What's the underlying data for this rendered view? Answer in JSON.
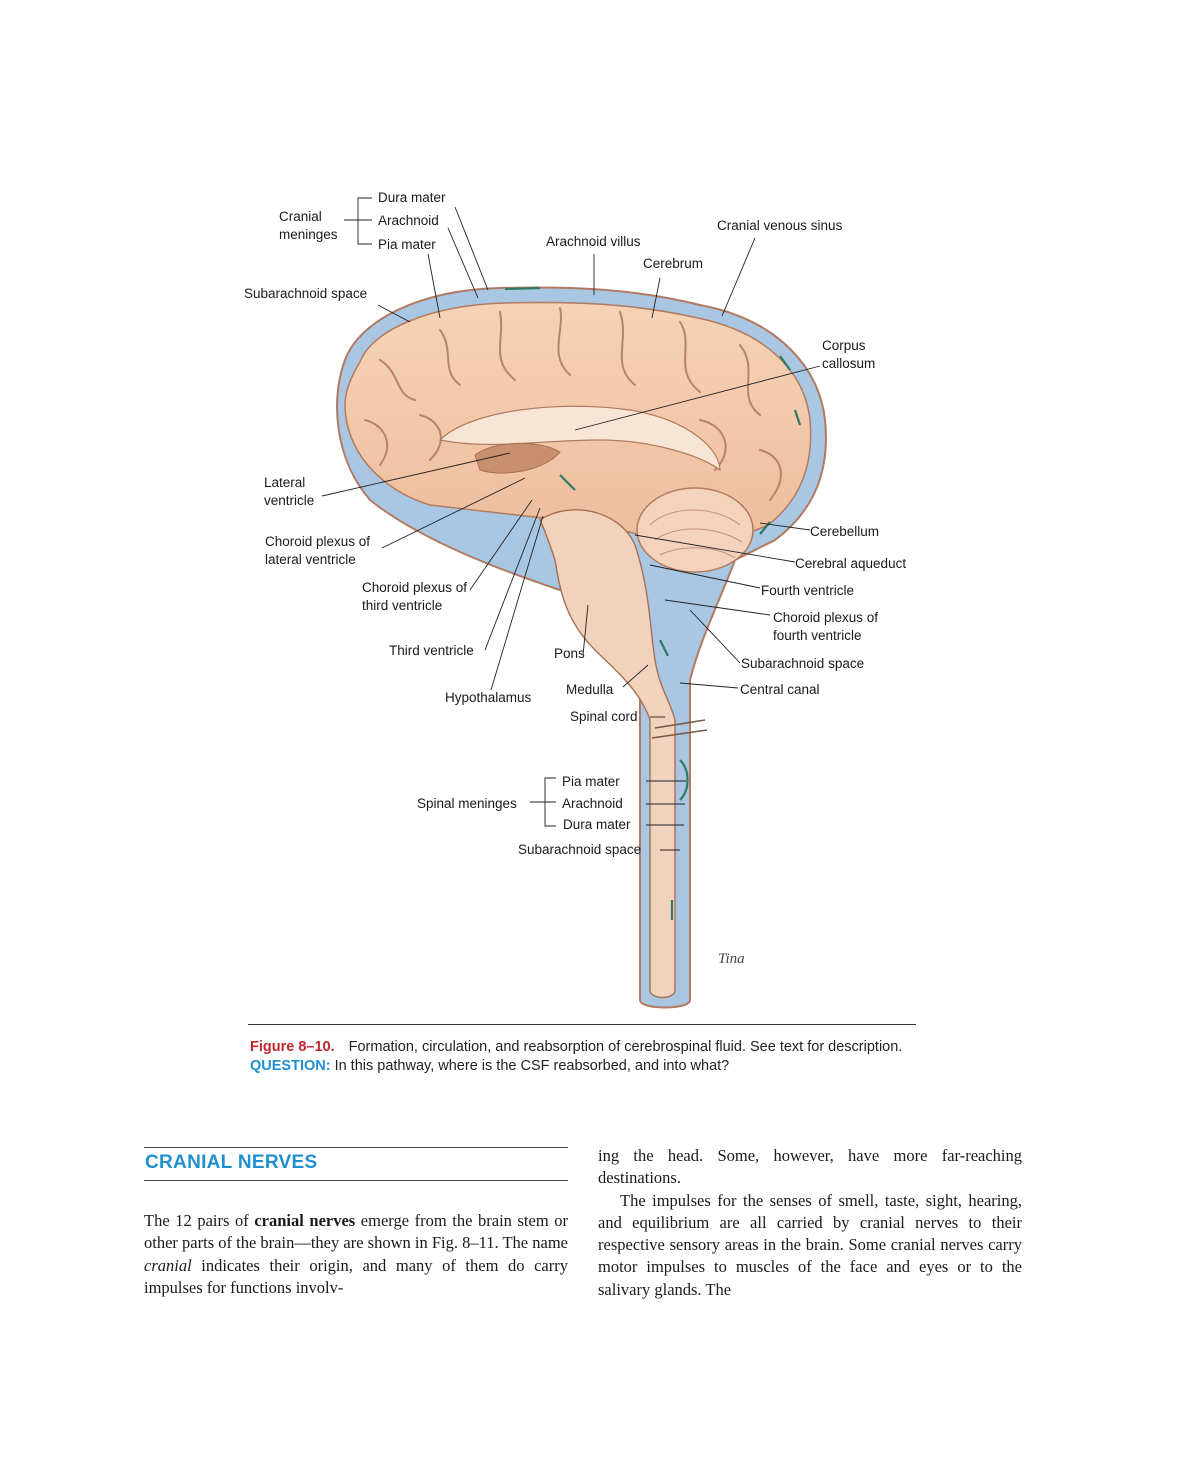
{
  "figure": {
    "labels": {
      "cranial_meninges": "Cranial\nmeninges",
      "dura_mater_top": "Dura mater",
      "arachnoid_top": "Arachnoid",
      "pia_mater_top": "Pia mater",
      "subarachnoid_space_top": "Subarachnoid space",
      "arachnoid_villus": "Arachnoid villus",
      "cerebrum": "Cerebrum",
      "cranial_venous_sinus": "Cranial venous sinus",
      "corpus_callosum": "Corpus\ncallosum",
      "lateral_ventricle": "Lateral\nventricle",
      "choroid_plexus_lateral": "Choroid plexus of\nlateral ventricle",
      "choroid_plexus_third": "Choroid plexus of\nthird ventricle",
      "third_ventricle": "Third ventricle",
      "hypothalamus": "Hypothalamus",
      "pons": "Pons",
      "medulla": "Medulla",
      "spinal_cord": "Spinal cord",
      "cerebellum": "Cerebellum",
      "cerebral_aqueduct": "Cerebral aqueduct",
      "fourth_ventricle": "Fourth ventricle",
      "choroid_plexus_fourth": "Choroid plexus of\nfourth ventricle",
      "subarachnoid_space_right": "Subarachnoid space",
      "central_canal": "Central canal",
      "spinal_meninges": "Spinal meninges",
      "pia_mater_spinal": "Pia mater",
      "arachnoid_spinal": "Arachnoid",
      "dura_mater_spinal": "Dura mater",
      "subarachnoid_space_spinal": "Subarachnoid space"
    },
    "signature": "Tina",
    "caption": {
      "number": "Figure 8–10.",
      "text": "Formation, circulation, and reabsorption of cerebrospinal fluid. See text for description.",
      "question_label": "QUESTION:",
      "question_text": "In this pathway, where is the CSF reabsorbed, and into what?"
    }
  },
  "section": {
    "title": "CRANIAL NERVES",
    "left": {
      "p1_a": "The 12 pairs of ",
      "p1_bold": "cranial nerves",
      "p1_b": " emerge from the brain stem or other parts of the brain—they are shown in Fig. 8–11. The name ",
      "p1_italic": "cranial",
      "p1_c": " indicates their origin, and many of them do carry impulses for functions involv-"
    },
    "right": {
      "p1": "ing the head. Some, however, have more far-reaching destinations.",
      "p2": "The impulses for the senses of smell, taste, sight, hearing, and equilibrium are all carried by cranial nerves to their respective sensory areas in the brain. Some cranial nerves carry motor impulses to muscles of the face and eyes or to the salivary glands. The"
    }
  },
  "colors": {
    "caption_number": "#c0272d",
    "accent_blue": "#1f8fd0",
    "brain_tissue": "#f2c9a8",
    "csf_blue": "#a9c6e2"
  }
}
